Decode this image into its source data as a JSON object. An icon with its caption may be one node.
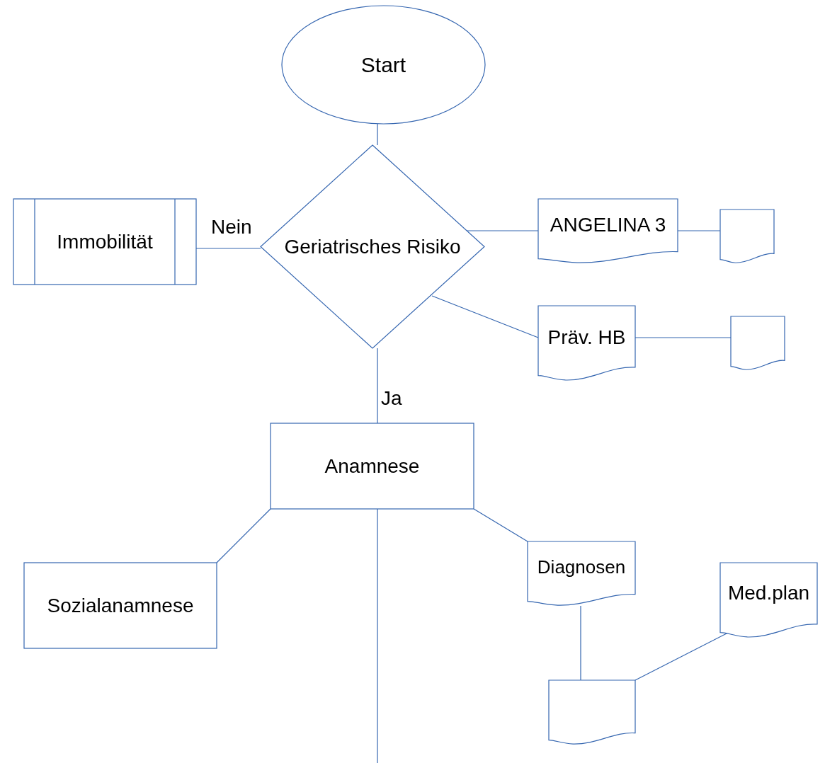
{
  "diagram": {
    "nodes": [
      {
        "text": [
          "Start"
        ]
      },
      {
        "text": [
          "Geriatrisches Risiko"
        ]
      },
      {
        "text": [
          "Immobilität"
        ]
      },
      {
        "text": [
          "ANGELINA 3"
        ]
      },
      {
        "text": [],
        "shape": "document"
      },
      {
        "text": [
          "Präv. HB"
        ]
      },
      {
        "text": [],
        "shape": "document"
      },
      {
        "text": [
          "Anamnese"
        ]
      },
      {
        "text": [
          "Sozialanamnese"
        ]
      },
      {
        "text": [
          "Diagnosen"
        ]
      },
      {
        "text": [
          "Med.plan"
        ]
      },
      {
        "text": [],
        "shape": "document"
      }
    ],
    "edges": [
      {
        "from": 0,
        "to": 1,
        "arrow": "none"
      },
      {
        "from": 1,
        "to": 2,
        "arrow": "none",
        "label": "Nein"
      },
      {
        "from": 1,
        "to": 3,
        "arrow": "none"
      },
      {
        "from": 3,
        "to": 4,
        "arrow": "none"
      },
      {
        "from": 1,
        "to": 5,
        "arrow": "none"
      },
      {
        "from": 5,
        "to": 6,
        "arrow": "none"
      },
      {
        "from": 1,
        "to": 7,
        "arrow": "none",
        "label": "Ja"
      },
      {
        "from": 7,
        "to": 8,
        "arrow": "none"
      },
      {
        "from": 7,
        "to": 9,
        "arrow": "none"
      },
      {
        "from": 9,
        "to": 11,
        "arrow": "none"
      },
      {
        "from": 11,
        "to": 10,
        "arrow": "none"
      },
      {
        "from": 7,
        "to": null,
        "arrow": "none"
      }
    ]
  }
}
